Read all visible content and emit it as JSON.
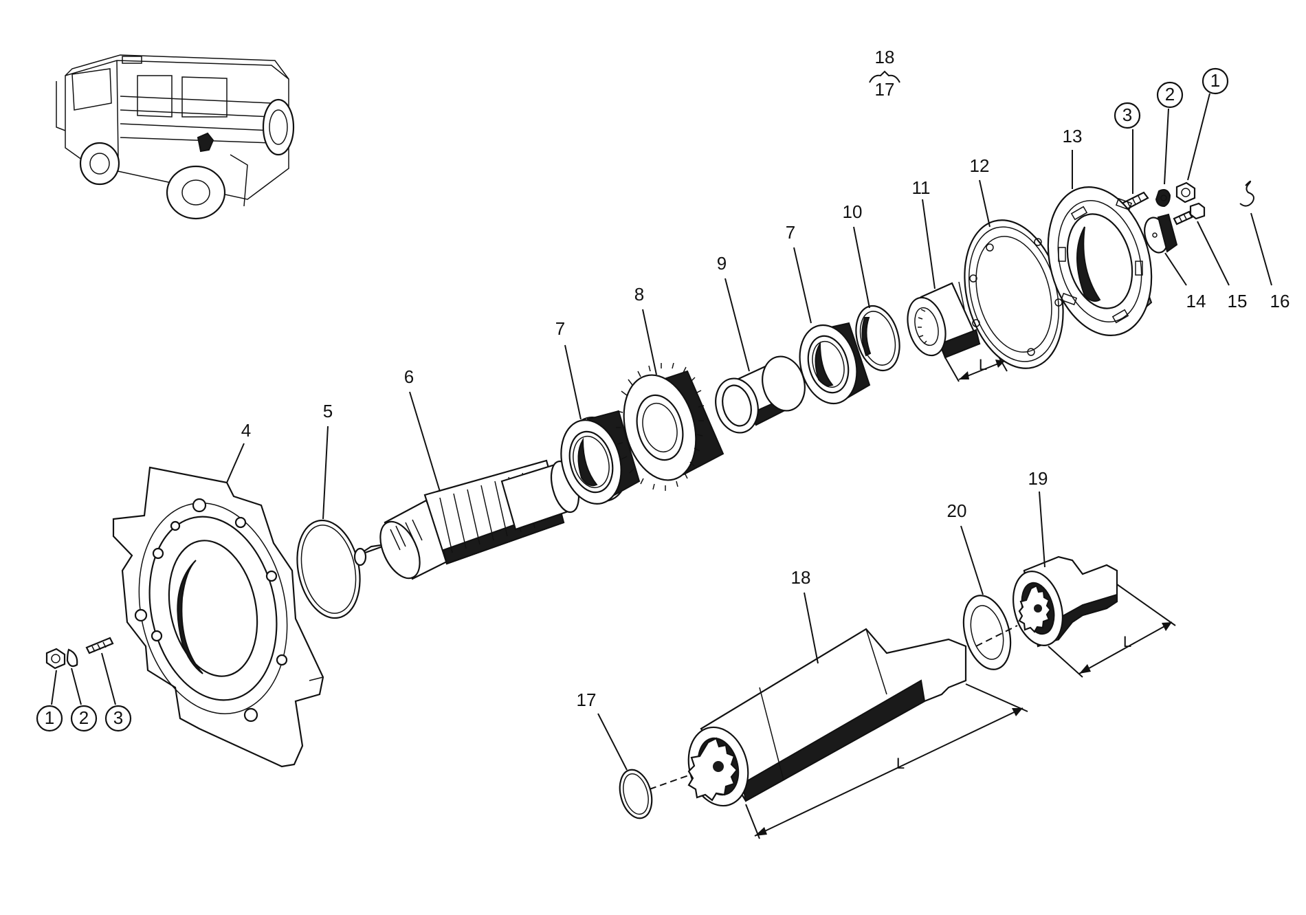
{
  "diagram": {
    "callouts": [
      "1",
      "2",
      "3",
      "4",
      "5",
      "6",
      "7",
      "8",
      "9",
      "10",
      "11",
      "12",
      "13",
      "14",
      "15",
      "16",
      "17",
      "18",
      "19",
      "20"
    ],
    "circled_callouts": [
      "1",
      "2",
      "3"
    ],
    "dimension_label": "L",
    "reference": {
      "top": "18",
      "bottom": "17"
    },
    "parts": [
      {
        "ref": "1",
        "name": "nut"
      },
      {
        "ref": "2",
        "name": "washer"
      },
      {
        "ref": "3",
        "name": "stud"
      },
      {
        "ref": "4",
        "name": "housing-plate"
      },
      {
        "ref": "5",
        "name": "o-ring"
      },
      {
        "ref": "6",
        "name": "splined-shaft"
      },
      {
        "ref": "7",
        "name": "ball-bearing"
      },
      {
        "ref": "8",
        "name": "helical-gear"
      },
      {
        "ref": "9",
        "name": "spacer-sleeve"
      },
      {
        "ref": "10",
        "name": "shim-ring"
      },
      {
        "ref": "11",
        "name": "splined-hub"
      },
      {
        "ref": "12",
        "name": "gasket"
      },
      {
        "ref": "13",
        "name": "cover-flange"
      },
      {
        "ref": "14",
        "name": "plate"
      },
      {
        "ref": "15",
        "name": "screw"
      },
      {
        "ref": "16",
        "name": "lock-wire"
      },
      {
        "ref": "17",
        "name": "circlip"
      },
      {
        "ref": "18",
        "name": "drive-shaft"
      },
      {
        "ref": "19",
        "name": "coupling"
      },
      {
        "ref": "20",
        "name": "thrust-washer"
      }
    ]
  }
}
